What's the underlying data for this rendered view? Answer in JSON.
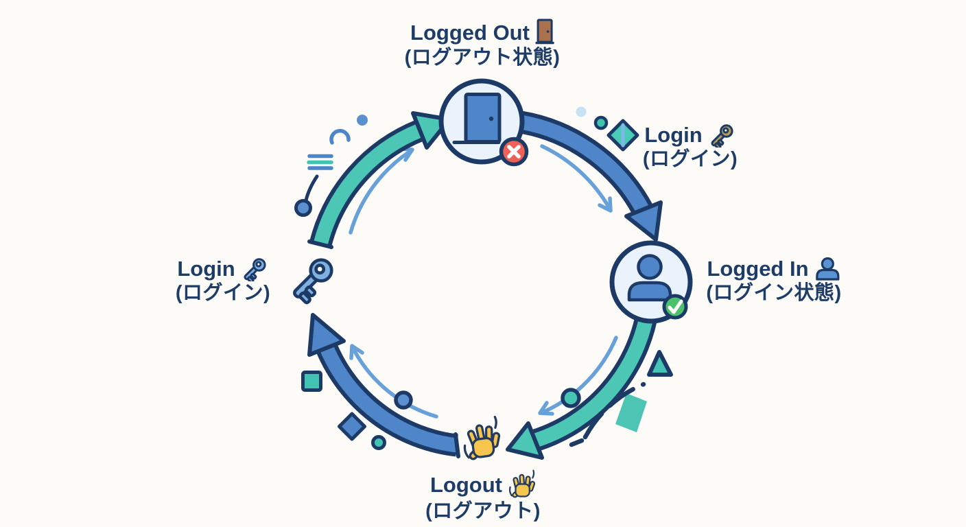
{
  "labels": {
    "logged_out": {
      "title": "Logged Out",
      "subtitle": "(ログアウト状態)"
    },
    "login_right": {
      "title": "Login",
      "subtitle": "(ログイン)"
    },
    "logged_in": {
      "title": "Logged In",
      "subtitle": "(ログイン状態)"
    },
    "login_left": {
      "title": "Login",
      "subtitle": "(ログイン)"
    },
    "logout": {
      "title": "Logout",
      "subtitle": "(ログアウト)"
    }
  },
  "structure": {
    "type": "state-cycle",
    "nodes": [
      {
        "id": "logged_out",
        "icon": "door-icon",
        "badge": "red-x"
      },
      {
        "id": "logged_in",
        "icon": "person-icon",
        "badge": "green-check"
      }
    ],
    "transitions": [
      {
        "id": "login_right",
        "from": "logged_out",
        "to": "logged_in",
        "icon": "key-icon"
      },
      {
        "id": "logout",
        "from": "logged_in",
        "to": "login_left",
        "icon": "waving-hand-icon"
      },
      {
        "id": "login_left",
        "from": "logout",
        "to": "logged_out",
        "icon": "key-icon"
      }
    ]
  },
  "colors": {
    "background": "#fcfbf8",
    "navy_outline": "#1d3a66",
    "text_navy": "#1e3c66",
    "arrow_blue": "#4f86c9",
    "arrow_teal": "#45c4b4",
    "thin_arrow_blue": "#68a0da",
    "node_fill": "#eaf3fb",
    "red_badge": "#ed6156",
    "green_badge": "#4bc16b",
    "hand_yellow": "#f5c54e",
    "gold_key": "#b39a58",
    "blue_key": "#7fb0e0",
    "door_brown": "#a9714e"
  }
}
